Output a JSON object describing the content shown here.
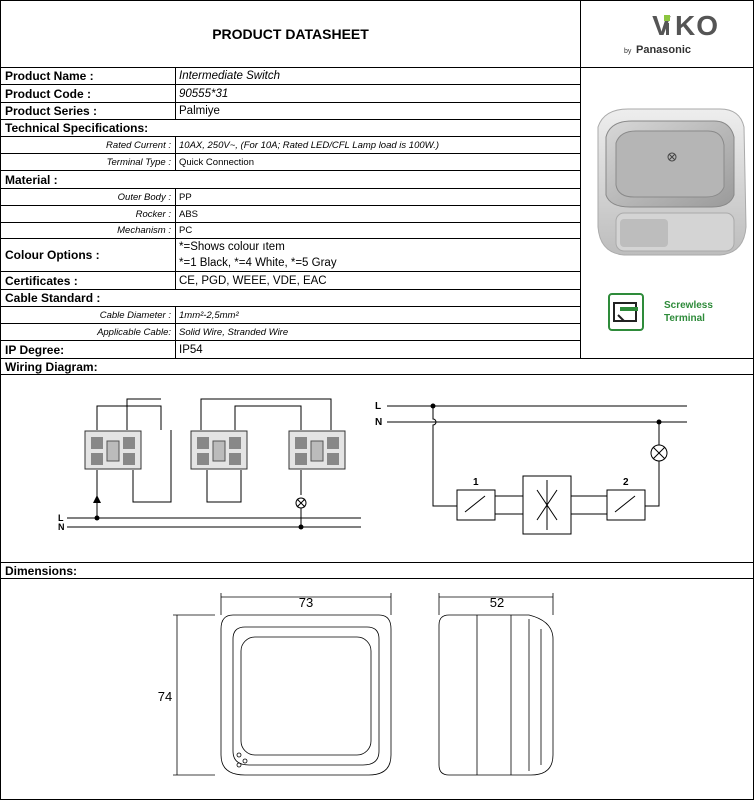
{
  "header": {
    "title": "PRODUCT DATASHEET",
    "brand": "VIKO",
    "brand_sub_by": "by",
    "brand_sub": "Panasonic",
    "brand_accent": "#8cc63f"
  },
  "specs": {
    "product_name_label": "Product Name :",
    "product_name": "Intermediate Switch",
    "product_code_label": "Product Code :",
    "product_code": "90555*31",
    "product_series_label": "Product Series :",
    "product_series": "Palmiye",
    "technical_label": "Technical Specifications:",
    "rated_current_label": "Rated  Current :",
    "rated_current": "10AX, 250V~, (For 10A; Rated LED/CFL Lamp load is 100W.)",
    "terminal_type_label": "Terminal Type :",
    "terminal_type": "Quick Connection",
    "material_label": "Material :",
    "outer_body_label": "Outer Body :",
    "outer_body": "PP",
    "rocker_label": "Rocker :",
    "rocker": "ABS",
    "mechanism_label": "Mechanism :",
    "mechanism": "PC",
    "colour_label": "Colour Options :",
    "colour_line1": "*=Shows colour ıtem",
    "colour_line2": "*=1 Black, *=4 White, *=5 Gray",
    "certificates_label": "Certificates :",
    "certificates": "CE, PGD, WEEE, VDE, EAC",
    "cable_standard_label": "Cable Standard :",
    "cable_diameter_label": "Cable Diameter :",
    "cable_diameter": "1mm²-2,5mm²",
    "applicable_cable_label": "Applicable Cable:",
    "applicable_cable": "Solid Wire, Stranded Wire",
    "ip_label": "IP Degree:",
    "ip": "IP54"
  },
  "side_panel": {
    "badge_line1": "Screwless",
    "badge_line2": "Terminal",
    "badge_color": "#2e8b3a"
  },
  "wiring": {
    "label": "Wiring Diagram:",
    "line_L": "L",
    "line_N": "N",
    "switch1": "1",
    "switch2": "2"
  },
  "dimensions": {
    "label": "Dimensions:",
    "width": "73",
    "depth": "52",
    "height": "74"
  }
}
